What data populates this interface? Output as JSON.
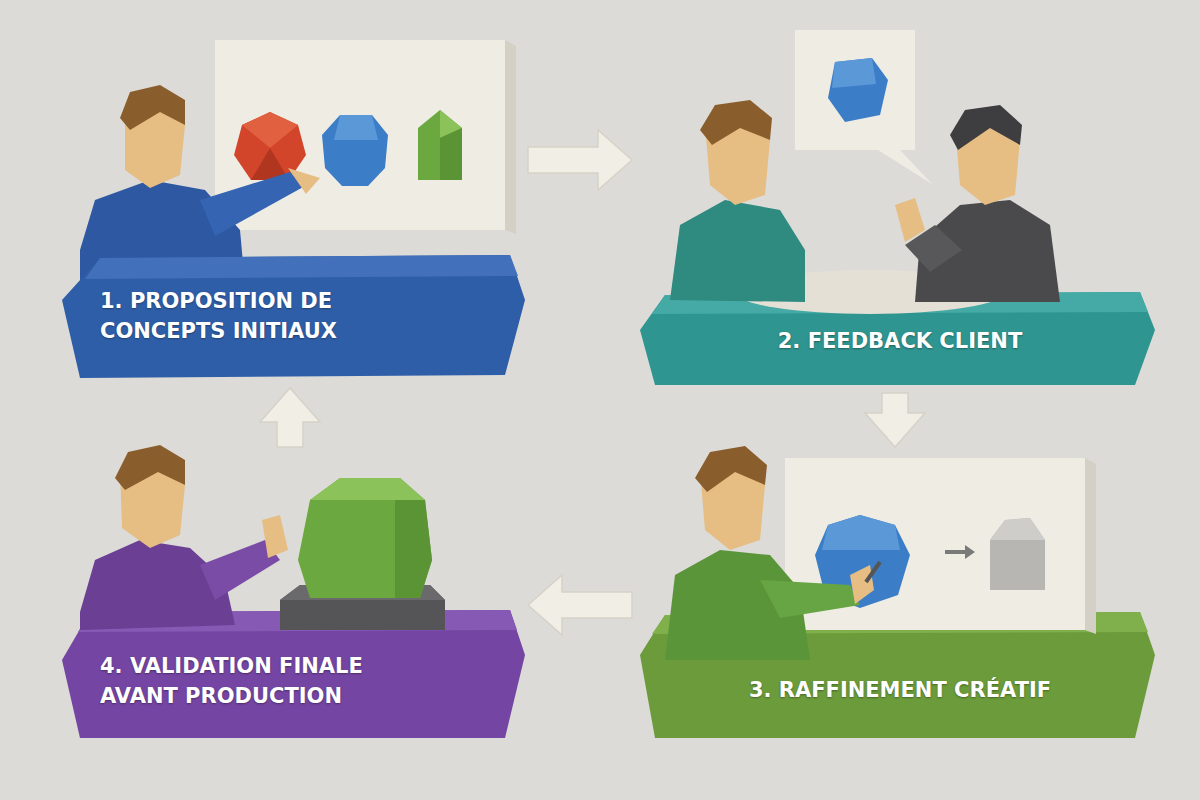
{
  "diagram": {
    "nodes": [
      {
        "text": [
          "1. PROPOSITION DE CONCEPTS INITIAUX"
        ]
      },
      {
        "text": [
          "2. FEEDBACK CLIENT"
        ]
      },
      {
        "text": [
          "3. RAFFINEMENT CRÉATIF"
        ]
      },
      {
        "text": [
          "4. VALIDATION FINALE AVANT PRODUCTION"
        ]
      }
    ],
    "edges": [
      {
        "from": 0,
        "to": 1,
        "arrow": "to"
      },
      {
        "from": 1,
        "to": 2,
        "arrow": "to"
      },
      {
        "from": 2,
        "to": 3,
        "arrow": "to"
      },
      {
        "from": 3,
        "to": 0,
        "arrow": "to"
      }
    ]
  }
}
